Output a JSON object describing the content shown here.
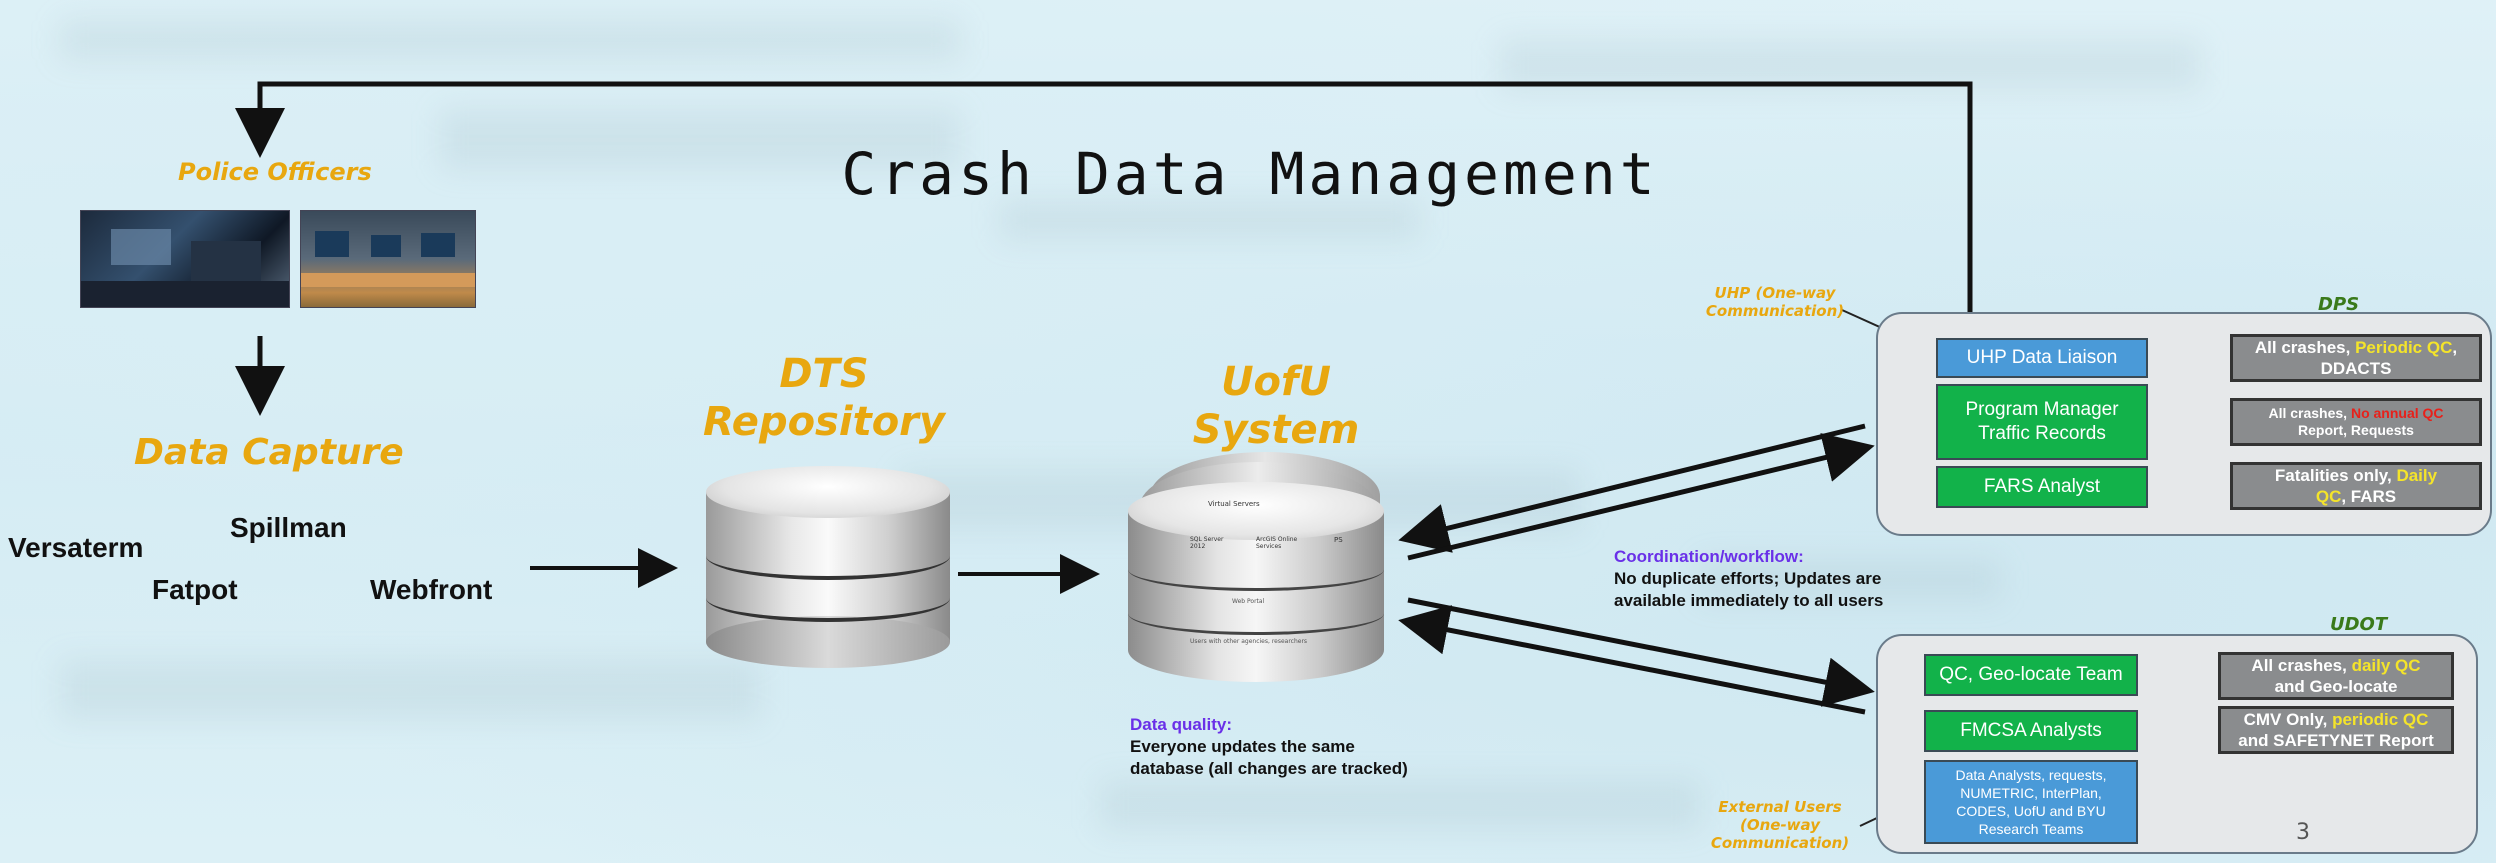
{
  "title": "Crash Data Management",
  "police": {
    "label": "Police Officers"
  },
  "capture": {
    "label": "Data Capture",
    "sources": [
      "Versaterm",
      "Spillman",
      "Fatpot",
      "Webfront"
    ]
  },
  "dts": {
    "line1": "DTS",
    "line2": "Repository"
  },
  "uofu": {
    "line1": "UofU",
    "line2": "System",
    "server_labels": [
      "Virtual Servers",
      "SQL Server 2012",
      "ArcGIS Online Services",
      "PS",
      "Web Portal",
      "Users with other agencies, researchers"
    ]
  },
  "notes": {
    "coordination_head": "Coordination/workflow:",
    "coordination_body1": "No duplicate efforts; Updates are",
    "coordination_body2": "available immediately to all users",
    "quality_head": "Data quality:",
    "quality_body1": "Everyone updates the same",
    "quality_body2": "database (all changes are tracked)"
  },
  "dps": {
    "group": "DPS",
    "uhp_note1": "UHP (One-way",
    "uhp_note2": "Communication)",
    "roles": [
      "UHP Data Liaison",
      "Program Manager",
      "Traffic Records",
      "FARS Analyst"
    ],
    "outcomes": {
      "o1_a": "All crashes, ",
      "o1_b": "Periodic QC",
      "o1_c": ",",
      "o1_d": "DDACTS",
      "o2_a": "All crashes, ",
      "o2_b": "No annual QC",
      "o2_c": "Report, Requests",
      "o3_a": "Fatalities only, ",
      "o3_b": "Daily",
      "o3_c": "QC",
      "o3_d": ", FARS"
    }
  },
  "udot": {
    "group": "UDOT",
    "roles": [
      "QC, Geo-locate Team",
      "FMCSA Analysts"
    ],
    "analysts_lines": [
      "Data Analysts, requests,",
      "NUMETRIC, InterPlan,",
      "CODES, UofU and BYU",
      "Research Teams"
    ],
    "ext_note": [
      "External Users",
      "(One-way",
      "Communication)"
    ],
    "outcomes": {
      "o1_a": "All crashes, ",
      "o1_b": "daily QC",
      "o1_c": "and Geo-locate",
      "o2_a": "CMV Only, ",
      "o2_b": "periodic QC",
      "o2_c": "and SAFETYNET Report"
    }
  },
  "page_number": "3",
  "colors": {
    "gold": "#e8a70f",
    "green": "#12b24a",
    "blue": "#4a9ad8",
    "gray": "#8a8c8e",
    "purple": "#6a30e8"
  }
}
